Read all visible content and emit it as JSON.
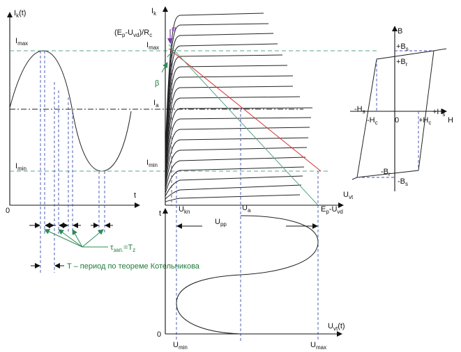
{
  "labels": {
    "ik_t": "I",
    "ik_t_sub": "k",
    "ik_t_suffix": "(t)",
    "imax_left": "I",
    "imax_left_sub": "max",
    "imin_left": "I",
    "imin_left_sub": "min",
    "t_left": "t",
    "zero_left": "0",
    "ik_main": "I",
    "ik_main_sub": "k",
    "ep_uvd_rc": "(E",
    "ep_sub": "p",
    "minus_u": "-U",
    "vd_sub": "vd",
    "rc_part": ")/R",
    "rc_sub": "c",
    "alpha": "α",
    "beta": "β",
    "imax_main": "I",
    "imax_main_sub": "max",
    "ia": "I",
    "ia_sub": "a",
    "imin_main": "I",
    "imin_main_sub": "min",
    "uvt": "U",
    "uvt_sub": "vt",
    "ukn": "U",
    "ukn_sub": "kn",
    "ua": "U",
    "ua_sub": "a",
    "ep_uvd2": "E",
    "ep2_sub": "p",
    "minus_u2": "-U",
    "vd2_sub": "vd",
    "upp": "U",
    "upp_sub": "pp",
    "t_lower": "t",
    "zero_lower": "0",
    "uvt_t": "U",
    "uvt_t_sub": "vt",
    "uvt_t_suffix": "(t)",
    "umin": "U",
    "umin_sub": "min",
    "umax": "U",
    "umax_sub": "max",
    "tau": "τ",
    "tau_sub": "зап.",
    "tau_eq": "=T",
    "tau_eq_sub": "z",
    "period": "T – период по теореме Котельникова",
    "b_axis": "B",
    "h_axis": "H",
    "plus_bs": "+B",
    "plus_bs_sub": "s",
    "plus_br": "+B",
    "plus_br_sub": "r",
    "minus_hs": "-H",
    "minus_hs_sub": "s",
    "plus_hs": "+H",
    "plus_hs_sub": "s",
    "minus_hc": "-H",
    "minus_hc_sub": "c",
    "zero_hyst": "0",
    "plus_hc": "+H",
    "plus_hc_sub": "c",
    "minus_br": "-B",
    "minus_br_sub": "r",
    "minus_bs": "-B",
    "minus_bs_sub": "s"
  },
  "colors": {
    "axis": "#111111",
    "blue_dash": "#3a4fb0",
    "green_dash": "#5aa58a",
    "red_line": "#d0312d",
    "green_arrow": "#2e8b57",
    "purple": "#7b3fb0"
  }
}
